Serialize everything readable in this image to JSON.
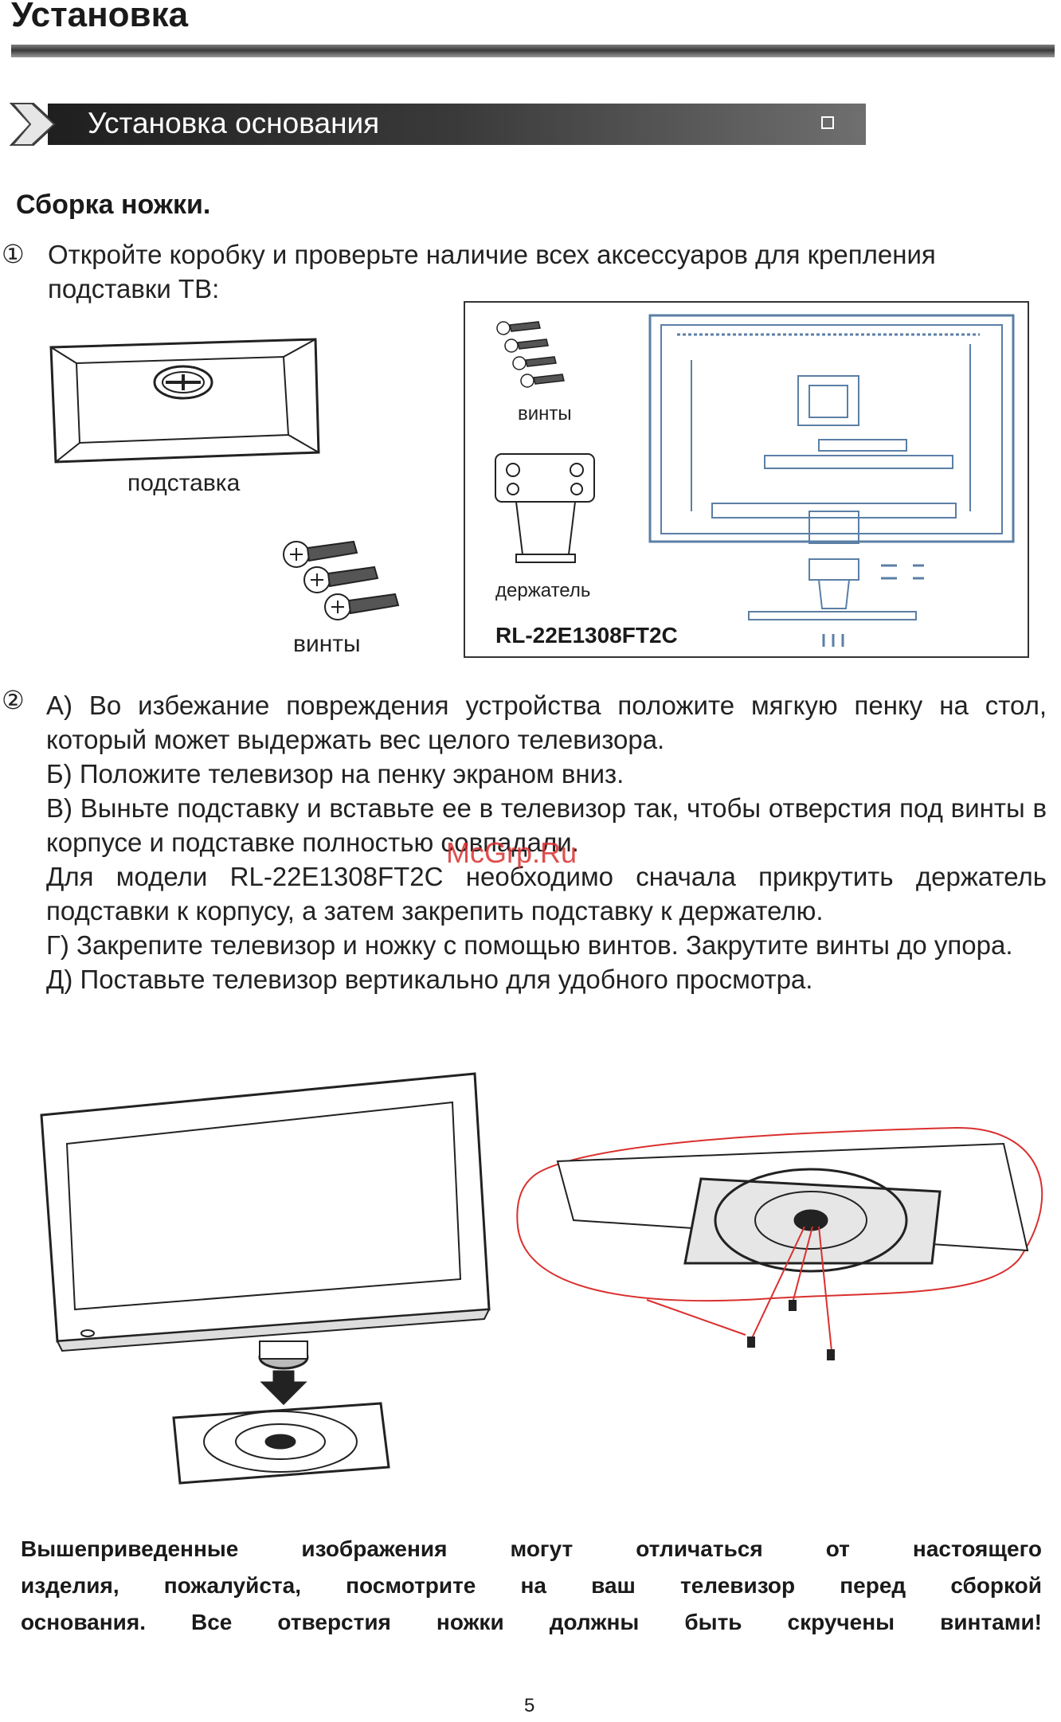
{
  "header": {
    "title": "Установка",
    "banner_title": "Установка основания"
  },
  "section": {
    "subtitle": "Сборка ножки."
  },
  "step1": {
    "marker": "①",
    "text_line1": "Откройте коробку и проверьте наличие всех аксессуаров для крепления",
    "text_line2": "подставки ТВ:"
  },
  "figure1": {
    "stand_caption": "подставка",
    "screws_caption": "винты",
    "box_screws_caption": "винты",
    "holder_caption": "держатель",
    "model_label": "RL-22E1308FT2C"
  },
  "step2": {
    "marker": "②",
    "paragraphs": [
      "А) Во избежание повреждения устройства положите мягкую пенку на стол, который может выдержать вес целого телевизора.",
      "Б) Положите телевизор на пенку экраном вниз.",
      "В) Выньте подставку и вставьте ее в телевизор так, чтобы отверстия под винты в корпусе и подставке полностью совпадали.",
      "Для модели RL-22E1308FT2C необходимо сначала прикрутить держатель подставки к корпусу, а затем закрепить подставку к держателю.",
      "Г) Закрепите телевизор и ножку с помощью винтов. Закрутите винты до упора.",
      "Д) Поставьте телевизор вертикально для удобного просмотра."
    ]
  },
  "watermark": "McGrp.Ru",
  "note": {
    "line1": "Вышеприведенные изображения могут отличаться от настоящего",
    "line2": "изделия, пожалуйста, посмотрите на ваш телевизор перед сборкой",
    "line3": "основания. Все отверстия ножки должны быть скручены винтами!"
  },
  "footer": {
    "page_number": "5"
  },
  "colors": {
    "diagram_blue": "#5b7fa6",
    "annotation_red": "#d9302e"
  }
}
